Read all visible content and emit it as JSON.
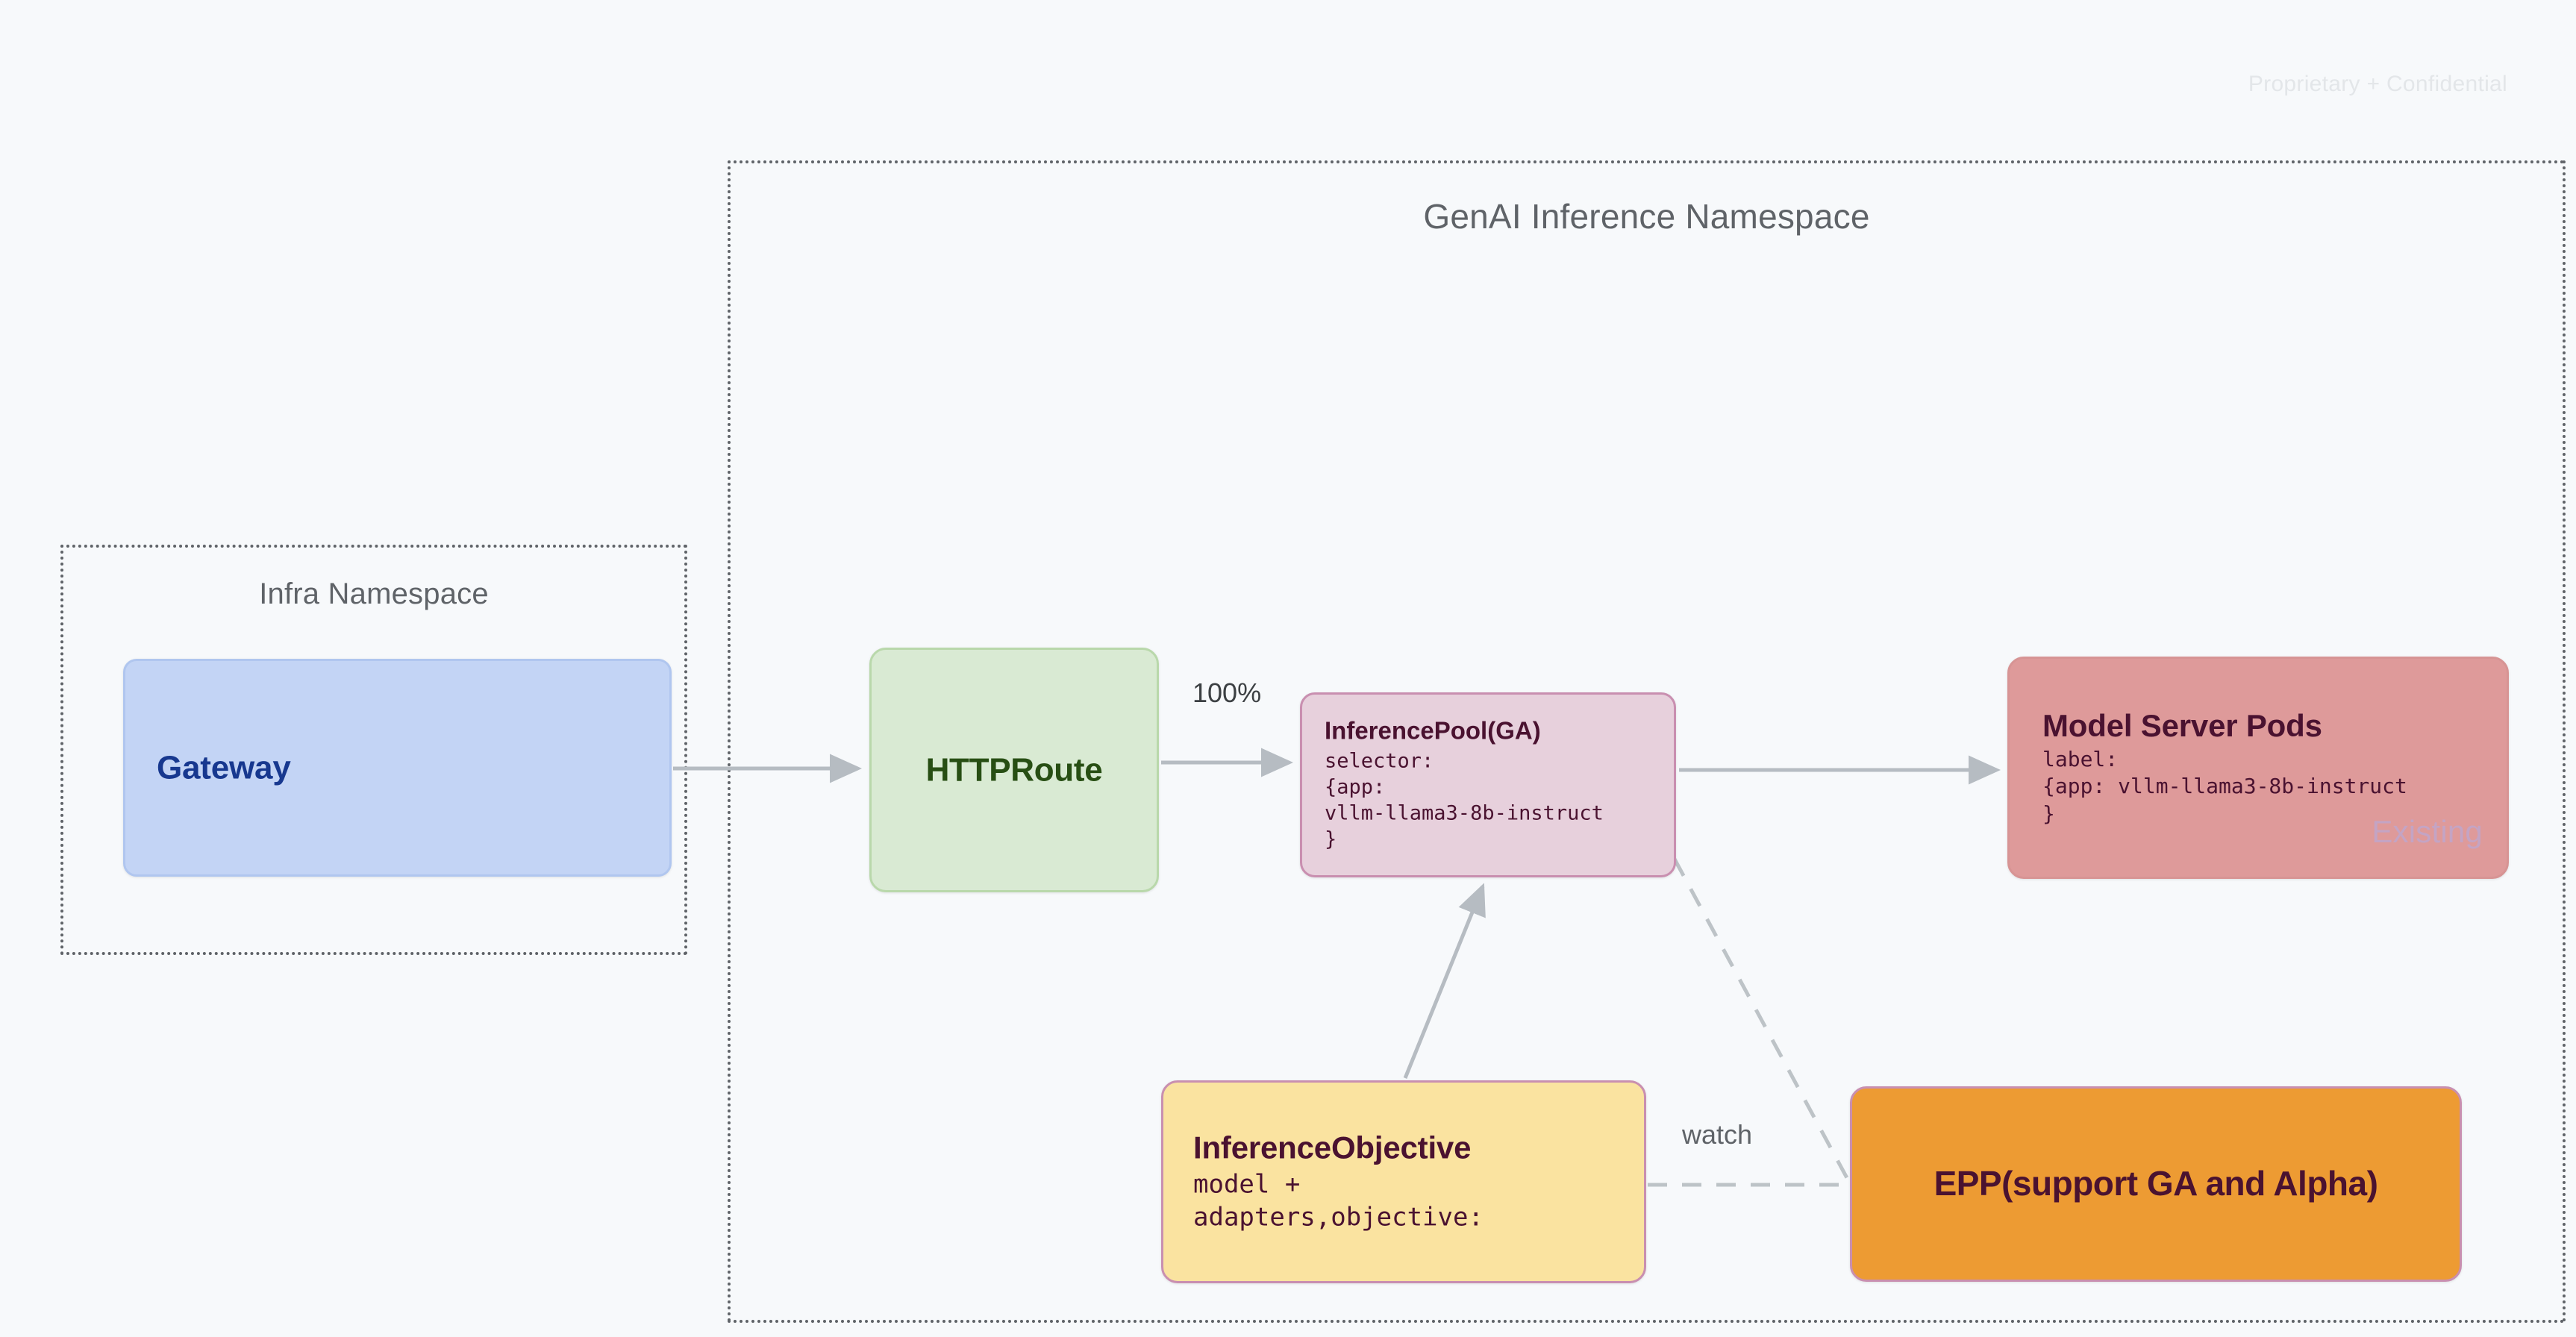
{
  "watermark": "Proprietary + Confidential",
  "namespaces": [
    {
      "id": "genai",
      "title": "GenAI Inference Namespace"
    },
    {
      "id": "infra",
      "title": "Infra Namespace"
    }
  ],
  "nodes": {
    "gateway": {
      "title": "Gateway",
      "fill": "#c3d4f5",
      "text_color": "#17388f"
    },
    "httproute": {
      "title": "HTTPRoute",
      "fill": "#d9ead3",
      "text_color": "#274e13"
    },
    "inferencepool": {
      "title": "InferencePool(GA)",
      "body": "selector:\n{app:\nvllm-llama3-8b-instruct\n}",
      "fill": "#e7d0dc",
      "text_color": "#4a1230"
    },
    "modelserverpods": {
      "title": "Model Server Pods",
      "body": "label:\n{app: vllm-llama3-8b-instruct\n}",
      "badge": "Existing",
      "fill": "#de9a9a",
      "text_color": "#4a1230",
      "badge_color": "#c4a4c4"
    },
    "inferenceobjective": {
      "title": "InferenceObjective",
      "body": "model +\nadapters,objective:",
      "fill": "#fae3a0",
      "text_color": "#4a1230"
    },
    "epp": {
      "title": "EPP(support GA and Alpha)",
      "fill": "#ed9b33",
      "text_color": "#4a1230"
    }
  },
  "edges": {
    "gateway_to_httproute": {
      "label": ""
    },
    "httproute_to_inferencepool": {
      "label": "100%"
    },
    "inferencepool_to_modelserverpods": {
      "label": ""
    },
    "inferenceobjective_to_inferencepool": {
      "label": ""
    },
    "epp_watch_inferencepool": {
      "label": "watch",
      "style": "dashed"
    },
    "epp_to_inferenceobjective": {
      "label": "",
      "style": "dashed"
    }
  },
  "colors": {
    "background": "#f7f9fb",
    "namespace_border": "#5f6368",
    "edge": "#b6bcc2",
    "edge_dashed": "#bdc3c7"
  }
}
